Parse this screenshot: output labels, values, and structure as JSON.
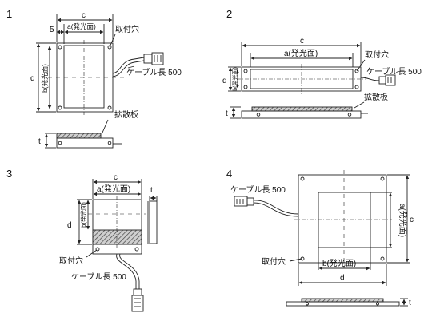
{
  "figures": [
    {
      "number": "1",
      "labels": {
        "c": "c",
        "five": "5",
        "a": "a(発光面)",
        "d": "d",
        "b": "b(発光面)",
        "hole": "取付穴",
        "cable": "ケーブル長 500",
        "diffuser": "拡散板",
        "t": "t"
      }
    },
    {
      "number": "2",
      "labels": {
        "c": "c",
        "a": "a(発光面)",
        "d": "d",
        "b": "b(発光面)",
        "hole": "取付穴",
        "cable": "ケーブル長 500",
        "diffuser": "拡散板",
        "t": "t"
      }
    },
    {
      "number": "3",
      "labels": {
        "c": "c",
        "t": "t",
        "a": "a(発光面)",
        "d": "d",
        "b": "b(発光面)",
        "hole": "取付穴",
        "cable": "ケーブル長 500"
      }
    },
    {
      "number": "4",
      "labels": {
        "cable": "ケーブル長 500",
        "a": "a(発光面)",
        "c": "c",
        "hole": "取付穴",
        "b": "b(発光面)",
        "d": "d",
        "t": "t"
      }
    }
  ],
  "colors": {
    "line": "#222222",
    "hatch": "#555555",
    "hatch_fill": "#9a9a9a"
  }
}
